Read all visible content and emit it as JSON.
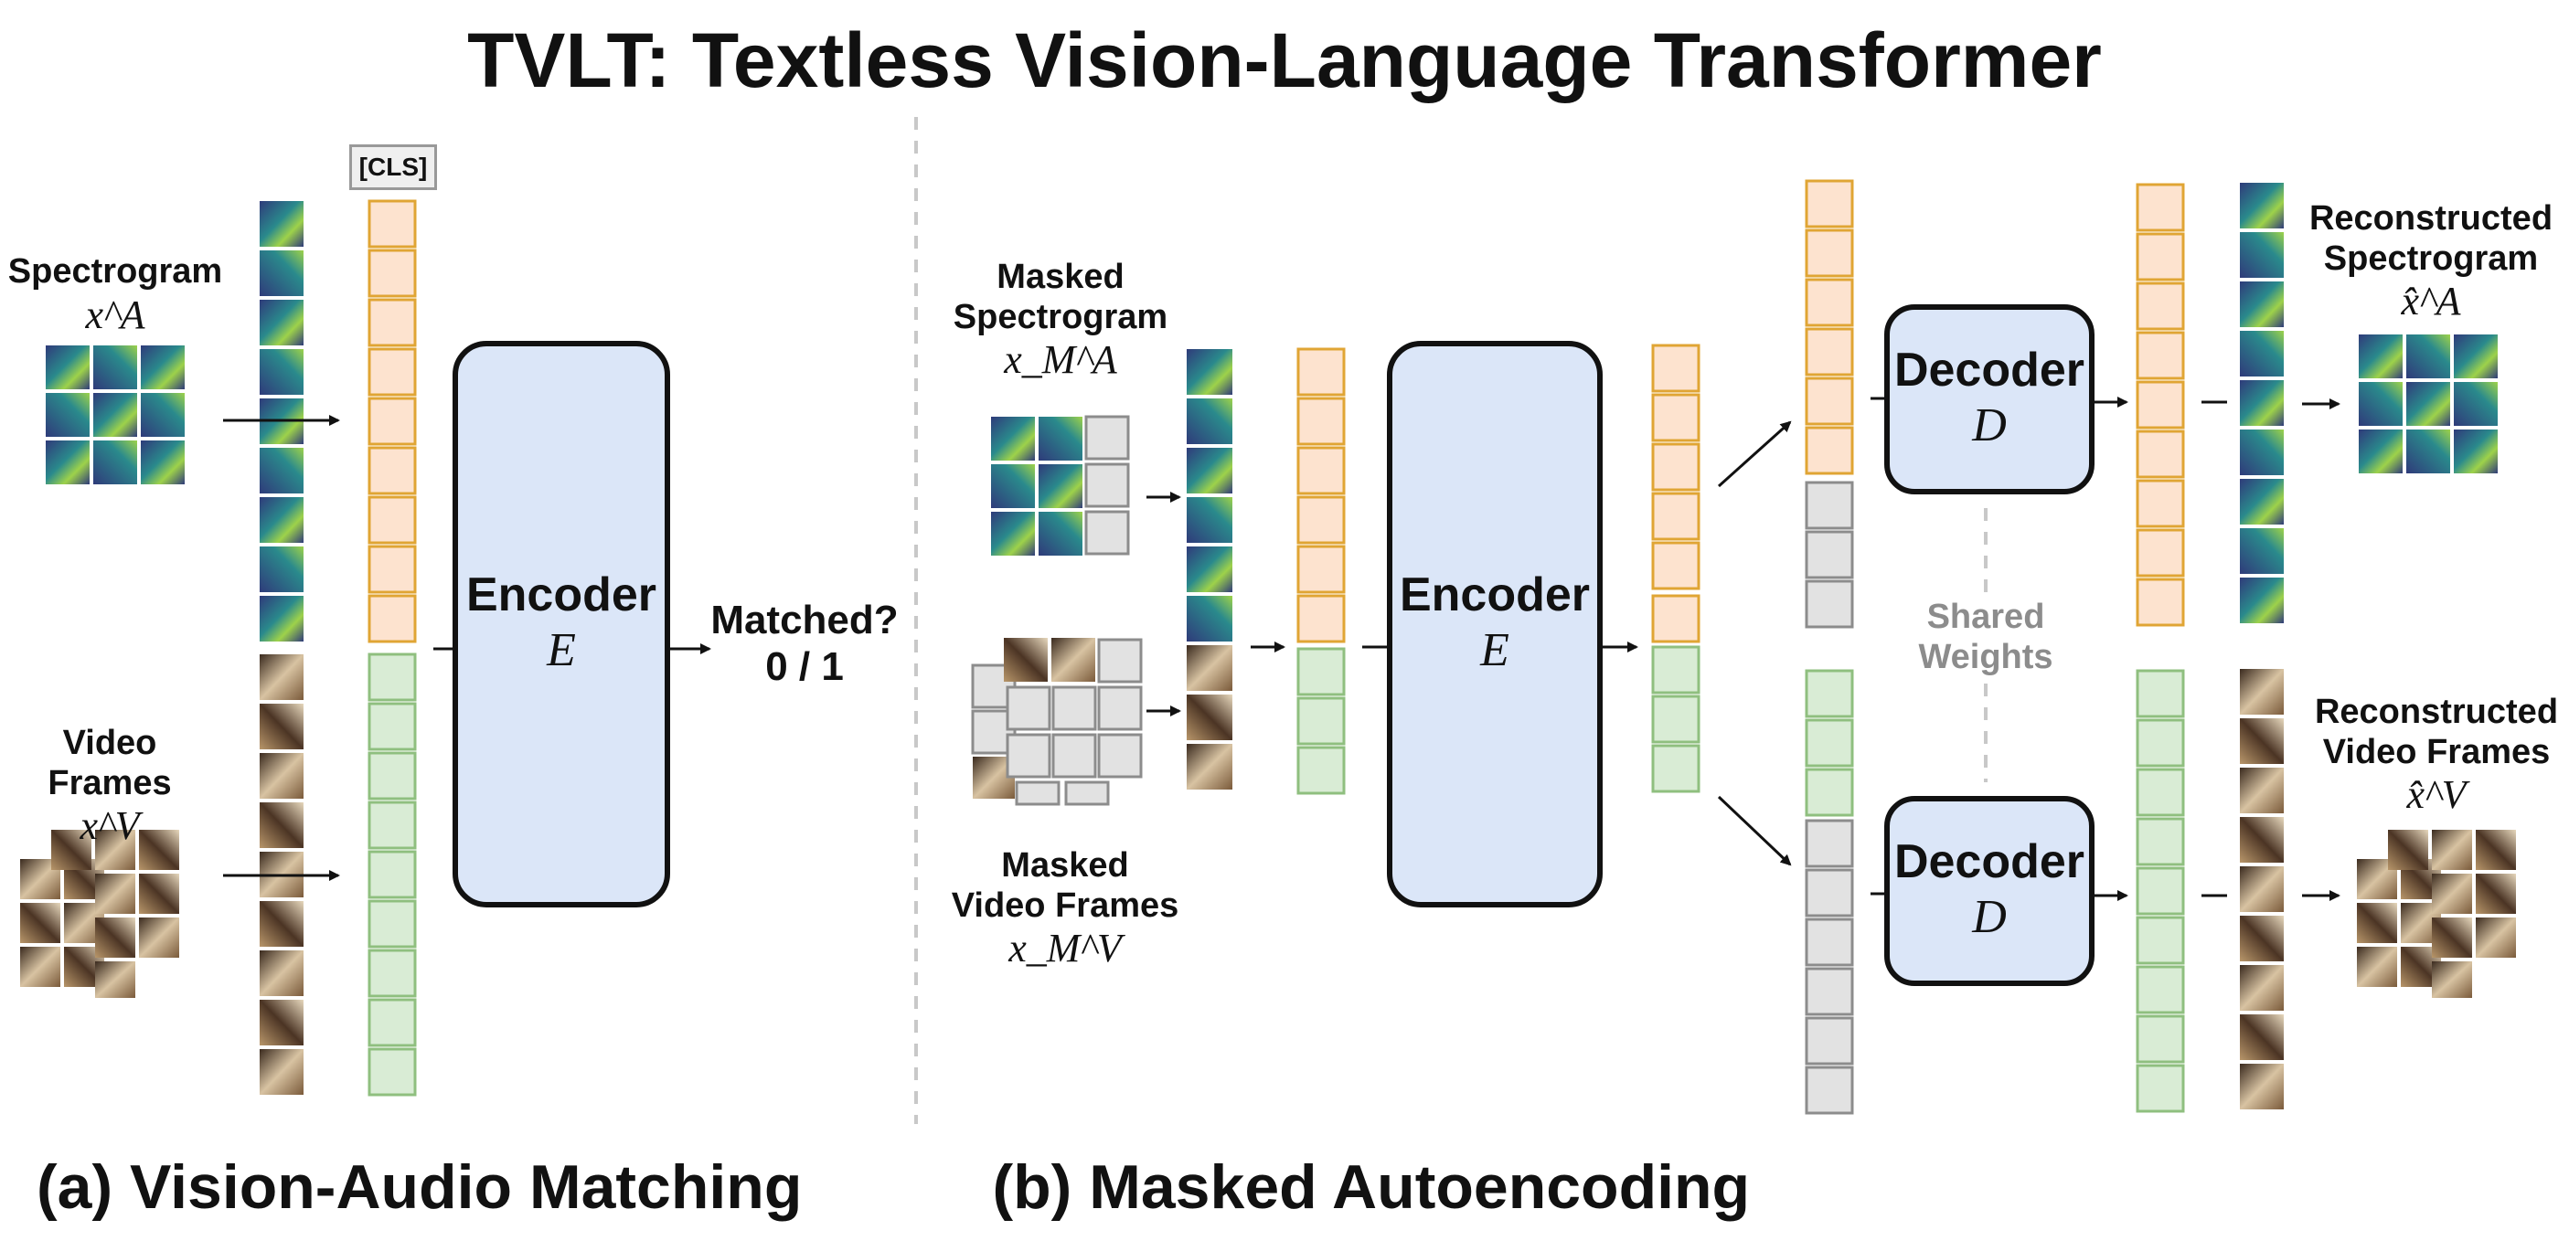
{
  "title": "TVLT: Textless Vision-Language Transformer",
  "section_a": {
    "caption": "(a) Vision-Audio Matching",
    "spectrogram_label": "Spectrogram",
    "spectrogram_var": "x^A",
    "video_label": "Video Frames",
    "video_var": "x^V",
    "cls_token": "[CLS]",
    "encoder_label": "Encoder",
    "encoder_var": "E",
    "output_label": "Matched?",
    "output_value": "0 / 1"
  },
  "section_b": {
    "caption": "(b) Masked Autoencoding",
    "masked_spectrogram_label_1": "Masked",
    "masked_spectrogram_label_2": "Spectrogram",
    "masked_spectrogram_var": "x_M^A",
    "masked_video_label_1": "Masked",
    "masked_video_label_2": "Video Frames",
    "masked_video_var": "x_M^V",
    "encoder_label": "Encoder",
    "encoder_var": "E",
    "decoder_label": "Decoder",
    "decoder_var": "D",
    "shared_weights_1": "Shared",
    "shared_weights_2": "Weights",
    "recon_spectrogram_1": "Reconstructed",
    "recon_spectrogram_2": "Spectrogram",
    "recon_spectrogram_var": "x̂^A",
    "recon_video_1": "Reconstructed",
    "recon_video_2": "Video Frames",
    "recon_video_var": "x̂^V"
  },
  "colors": {
    "audio_token_fill": "#fde3cf",
    "audio_token_stroke": "#e0a534",
    "video_token_fill": "#d9ecd5",
    "video_token_stroke": "#8fbf7f",
    "masked_token_fill": "#e2e2e2",
    "masked_token_stroke": "#8c8c8c",
    "encoder_fill": "#dbe6f8",
    "spectrogram_dark": "#2f3b7a",
    "spectrogram_mid": "#2a8a8c",
    "spectrogram_bright": "#9ed24a",
    "video_dark": "#3a2a1e",
    "video_light": "#d8c3a2"
  }
}
